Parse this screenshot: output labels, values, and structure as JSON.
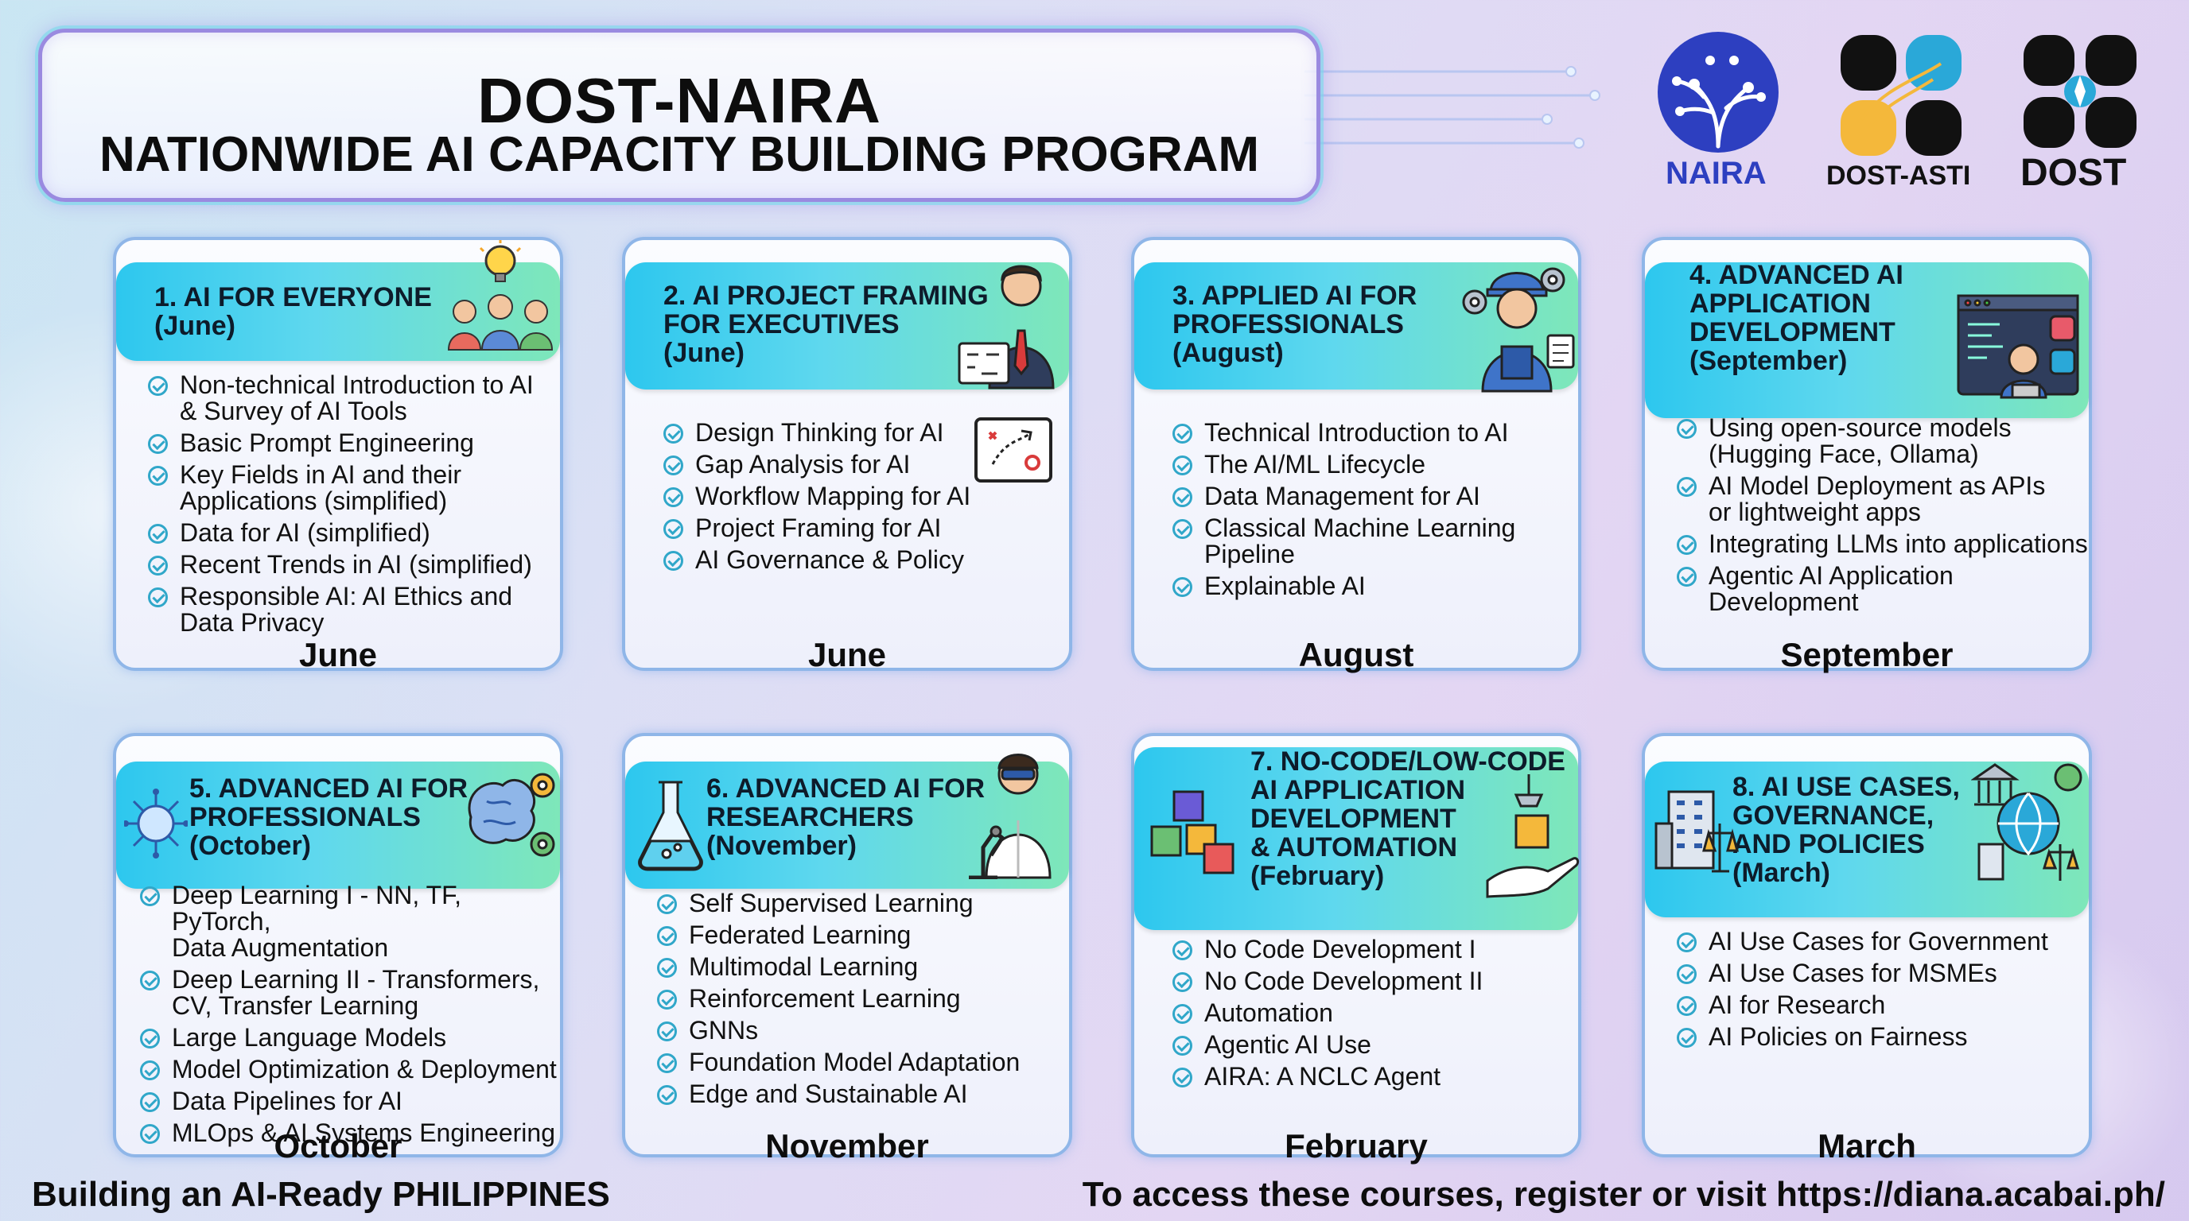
{
  "title": {
    "line1": "DOST-NAIRA",
    "line2": "NATIONWIDE AI CAPACITY BUILDING PROGRAM"
  },
  "logos": {
    "naira": "NAIRA",
    "dost_asti": "DOST-ASTI",
    "dost": "DOST"
  },
  "colors": {
    "header_start": "#2dc7ee",
    "header_end": "#7ee7b9",
    "check": "#30a7c9",
    "card_border": "#8fb6e8"
  },
  "cards": [
    {
      "title": "1. AI FOR EVERYONE\n(June)",
      "icon": "people-lightbulb-icon",
      "items": [
        "Non-technical Introduction to AI\n& Survey of AI Tools",
        "Basic Prompt Engineering",
        "Key Fields in AI and their\nApplications (simplified)",
        "Data for AI (simplified)",
        "Recent Trends in AI (simplified)",
        "Responsible AI: AI Ethics and\nData Privacy"
      ],
      "month": "June"
    },
    {
      "title": "2. AI PROJECT FRAMING\nFOR EXECUTIVES\n(June)",
      "icon": "executive-presenter-icon",
      "items": [
        "Design Thinking for AI",
        "Gap Analysis for AI",
        "Workflow Mapping for AI",
        "Project Framing for AI",
        "AI Governance & Policy"
      ],
      "month": "June"
    },
    {
      "title": "3. APPLIED AI FOR\nPROFESSIONALS\n(August)",
      "icon": "engineer-icon",
      "items": [
        "Technical Introduction to AI",
        "The AI/ML Lifecycle",
        "Data Management for AI",
        "Classical Machine Learning\nPipeline",
        "Explainable AI"
      ],
      "month": "August"
    },
    {
      "title": "4. ADVANCED AI\nAPPLICATION\nDEVELOPMENT\n(September)",
      "icon": "developer-screen-icon",
      "items": [
        "Using open-source models\n(Hugging Face, Ollama)",
        "AI Model Deployment as APIs\nor lightweight apps",
        "Integrating LLMs into applications",
        "Agentic AI Application\nDevelopment"
      ],
      "month": "September"
    },
    {
      "title": "5. ADVANCED AI FOR\nPROFESSIONALS\n(October)",
      "icon": "brain-gears-icon",
      "items": [
        "Deep Learning I - NN, TF, PyTorch,\nData Augmentation",
        "Deep Learning II - Transformers,\nCV, Transfer Learning",
        "Large Language Models",
        "Model Optimization & Deployment",
        "Data Pipelines for AI",
        "MLOps & AI Systems Engineering"
      ],
      "month": "October"
    },
    {
      "title": "6. ADVANCED AI FOR\nRESEARCHERS\n(November)",
      "icon": "scientist-microscope-icon",
      "items": [
        "Self Supervised Learning",
        "Federated Learning",
        "Multimodal Learning",
        "Reinforcement Learning",
        "GNNs",
        "Foundation Model Adaptation",
        "Edge and Sustainable AI"
      ],
      "month": "November"
    },
    {
      "title": "7. NO-CODE/LOW-CODE\nAI APPLICATION\nDEVELOPMENT\n& AUTOMATION\n(February)",
      "icon": "blocks-hand-icon",
      "items": [
        "No Code Development I",
        "No Code Development II",
        "Automation",
        "Agentic AI Use",
        "AIRA: A NCLC Agent"
      ],
      "month": "February"
    },
    {
      "title": "8. AI USE CASES,\nGOVERNANCE,\nAND POLICIES\n(March)",
      "icon": "government-globe-icon",
      "items": [
        "AI Use Cases for Government",
        "AI Use Cases for MSMEs",
        "AI for Research",
        "AI Policies on Fairness"
      ],
      "month": "March"
    }
  ],
  "footer": {
    "tagline": "Building an AI-Ready PHILIPPINES",
    "register": "To access these courses, register or visit https://diana.acabai.ph/"
  }
}
